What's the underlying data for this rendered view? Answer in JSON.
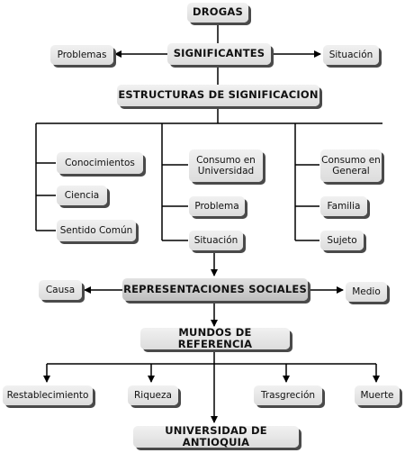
{
  "nodes": {
    "drogas": "DROGAS",
    "significantes": "SIGNIFICANTES",
    "problemas": "Problemas",
    "situacion_top": "Situación",
    "estructuras": "ESTRUCTURAS DE SIGNIFICACION",
    "conocimientos": "Conocimientos",
    "ciencia": "Ciencia",
    "sentido_comun": "Sentido Común",
    "consumo_universidad": "Consumo en Universidad",
    "problema": "Problema",
    "situacion_mid": "Situación",
    "consumo_general": "Consumo en General",
    "familia": "Familia",
    "sujeto": "Sujeto",
    "causa": "Causa",
    "representaciones": "REPRESENTACIONES SOCIALES",
    "medio": "Medio",
    "mundos": "MUNDOS DE REFERENCIA",
    "restablecimiento": "Restablecimiento",
    "riqueza": "Riqueza",
    "trasgrecion": "Trasgreción",
    "muerte": "Muerte",
    "universidad": "UNIVERSIDAD DE ANTIOQUIA"
  }
}
